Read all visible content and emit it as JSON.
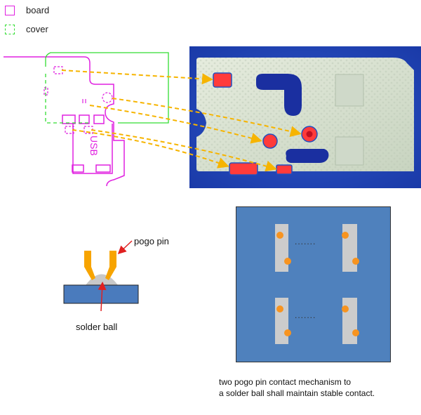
{
  "legend": {
    "board_label": "board",
    "cover_label": "cover",
    "board_color": "#e020e0",
    "cover_color": "#33dd33"
  },
  "drawing": {
    "usb_label": "USB",
    "arrow_color": "#f6b400",
    "contact_color": "#ff3b3b"
  },
  "pogo_diagram": {
    "pogo_pin_label": "pogo pin",
    "solder_ball_label": "solder ball",
    "pin_color": "#f7a400",
    "substrate_color": "#4a7bbd",
    "ball_color": "#c8c8c8",
    "pointer_color": "#e02020"
  },
  "contact_grid": {
    "dots_top": ".......",
    "dots_bottom": ".......",
    "background_color": "#4f81bd",
    "pad_color": "#cccccc",
    "point_color": "#f79420"
  },
  "caption": {
    "line1": "two pogo pin contact mechanism to",
    "line2": "a solder ball shall maintain stable contact."
  }
}
